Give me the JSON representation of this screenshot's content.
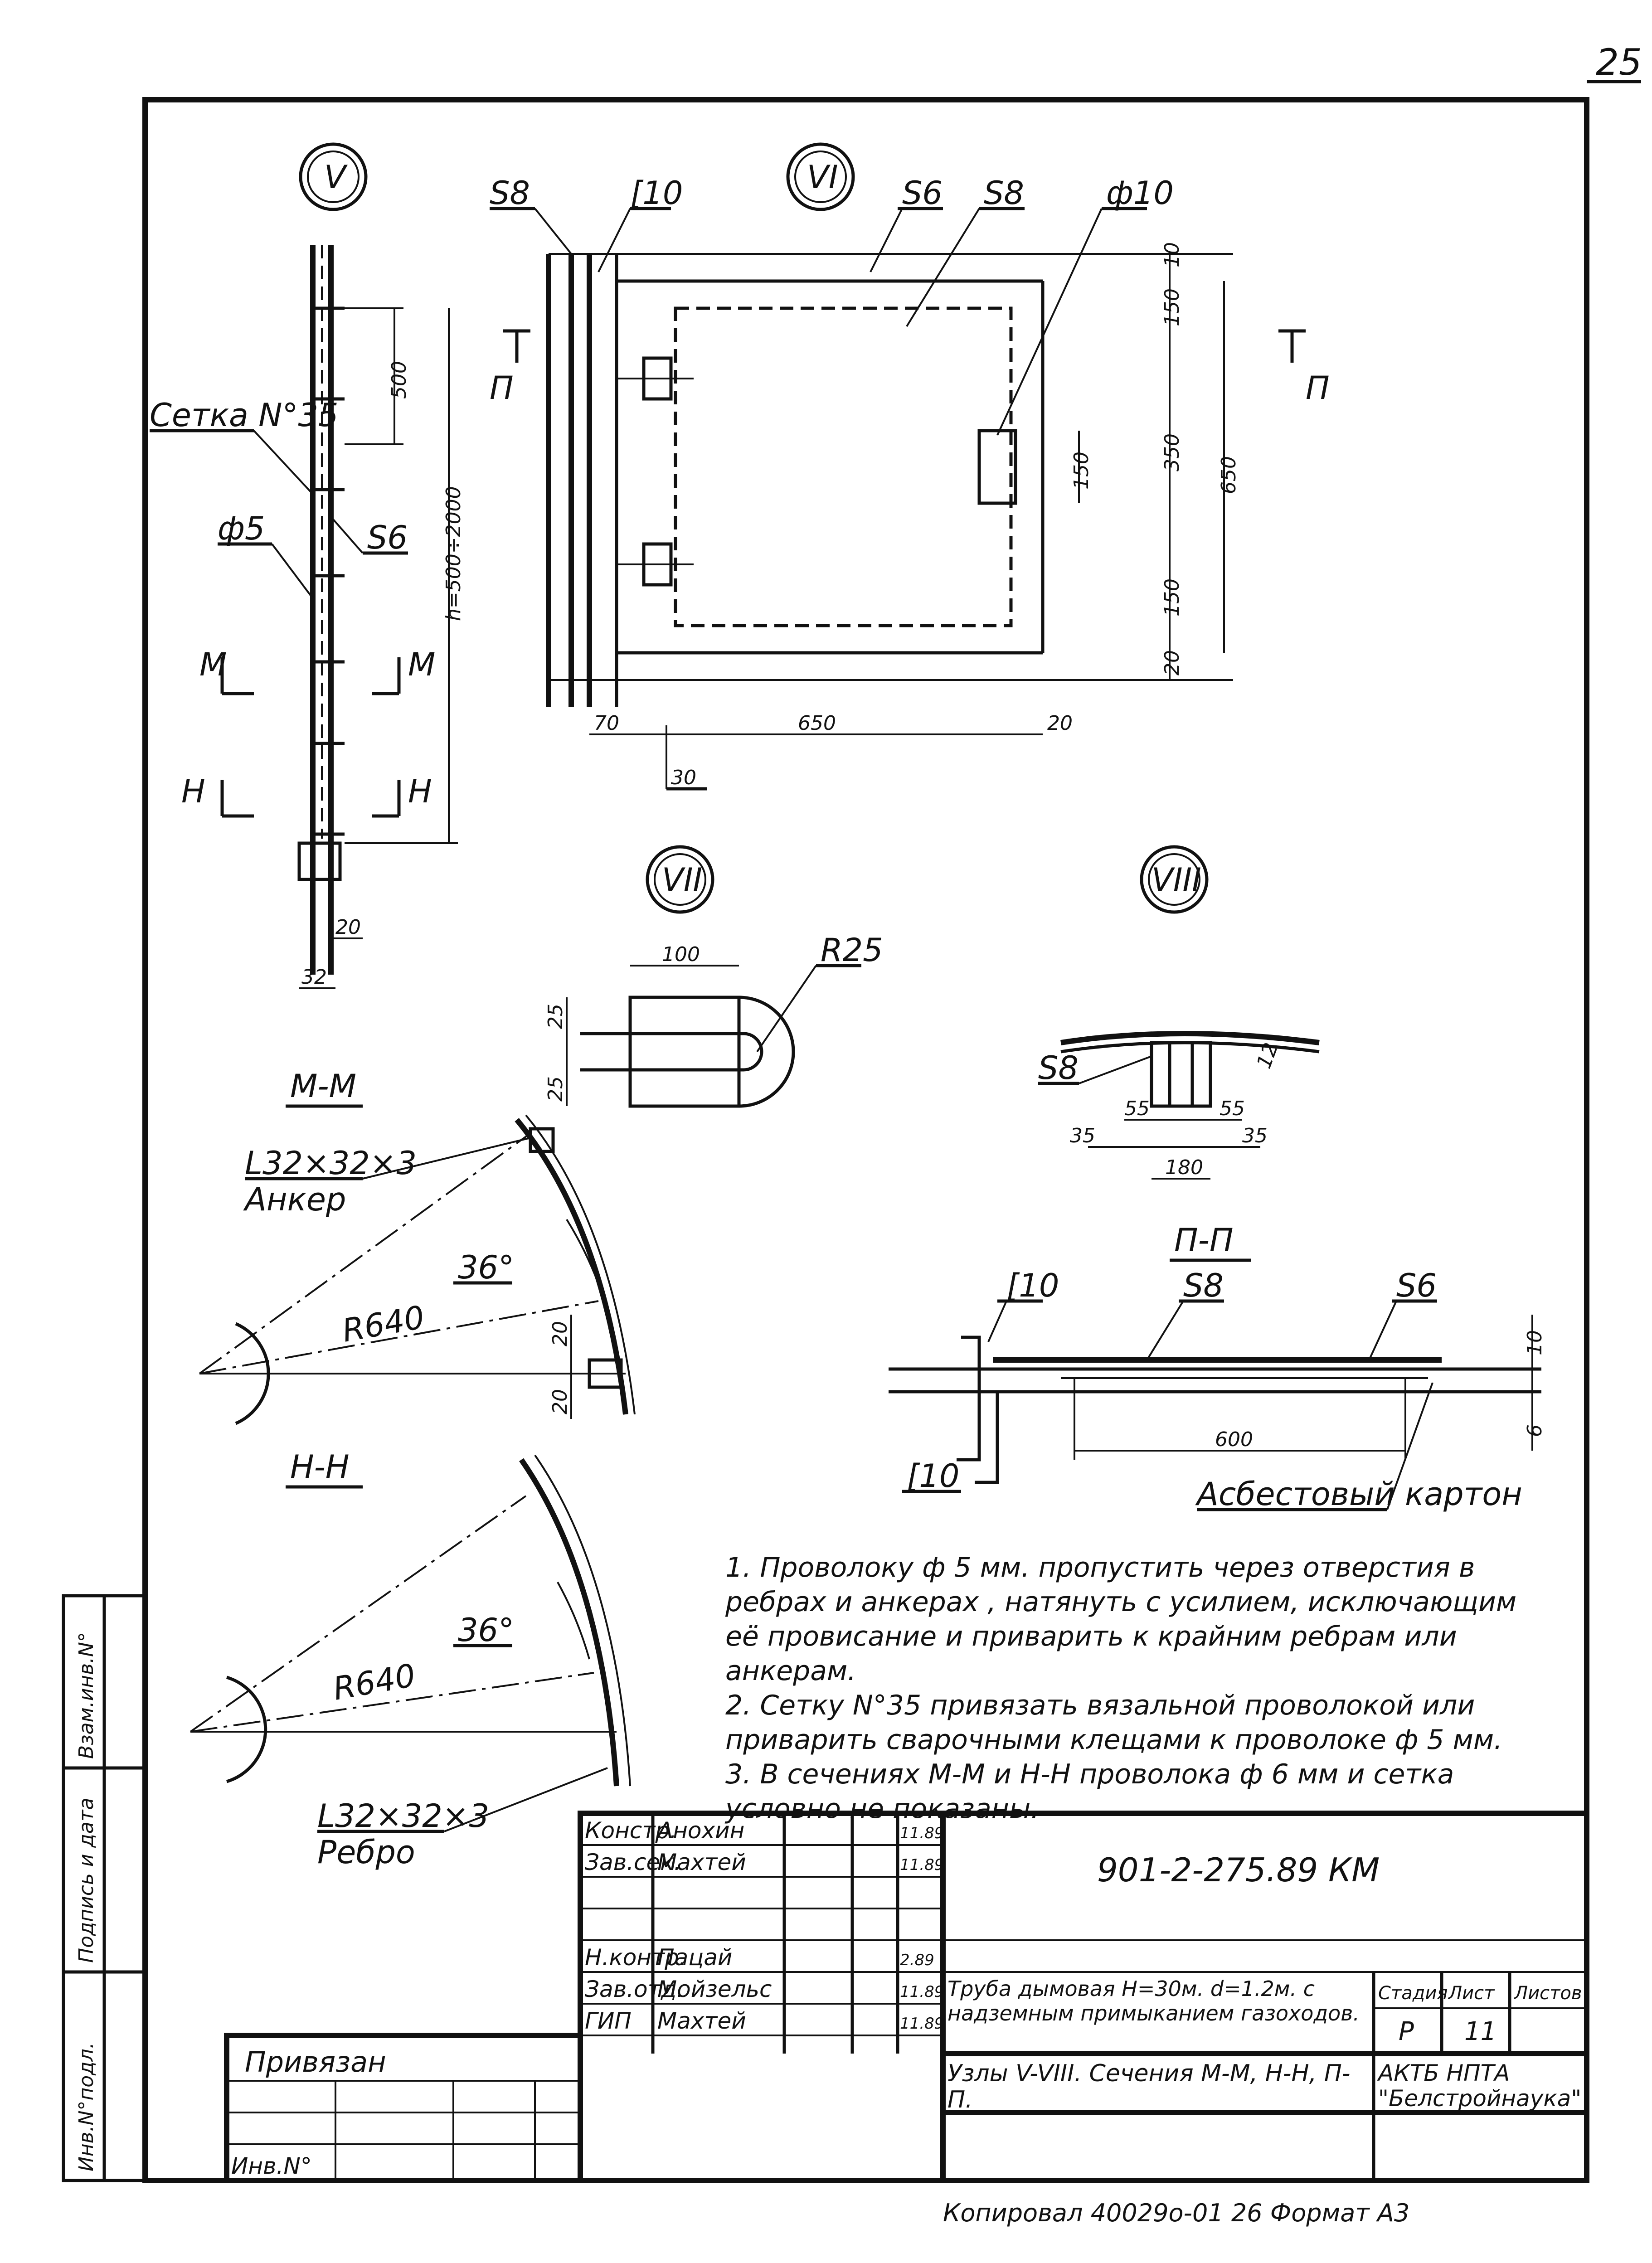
{
  "page_number": "25",
  "nodes": {
    "v": "V",
    "vi": "VI",
    "vii": "VII",
    "viii": "VIII"
  },
  "node_v": {
    "mesh": "Сетка N°35",
    "wire": "ф5",
    "sheet": "S6",
    "dim_500": "500",
    "dim_height": "h=500÷2000",
    "cut_m": "М",
    "cut_n": "Н",
    "dim_20": "20",
    "dim_32": "32"
  },
  "node_vi": {
    "s8": "S8",
    "c10": "[10",
    "s6": "S6",
    "s8b": "S8",
    "phi10": "ф10",
    "cut_p": "П",
    "d10": "10",
    "d150a": "150",
    "d350": "350",
    "d150b": "150",
    "d20": "20",
    "d650v": "650",
    "d150c": "150",
    "d70": "70",
    "d650h": "650",
    "d20h": "20",
    "d30": "30"
  },
  "node_vii": {
    "d100": "100",
    "r25": "R25",
    "d25a": "25",
    "d25b": "25"
  },
  "node_viii": {
    "s8": "S8",
    "d55a": "55",
    "d55b": "55",
    "d35a": "35",
    "d35b": "35",
    "d180": "180",
    "d12": "12"
  },
  "section_mm": {
    "title": "М-М",
    "angle_label": "L32×32×3",
    "angle_name": "Анкер",
    "angle": "36°",
    "radius": "R640",
    "d20a": "20",
    "d20b": "20"
  },
  "section_nn": {
    "title": "Н-Н",
    "angle": "36°",
    "radius": "R640",
    "angle_label": "L32×32×3",
    "angle_name": "Ребро"
  },
  "section_pp": {
    "title": "П-П",
    "c10a": "[10",
    "s8": "S8",
    "s6": "S6",
    "d10": "10",
    "d6": "6",
    "d600": "600",
    "c10b": "[10",
    "material": "Асбестовый картон"
  },
  "notes": [
    "1. Проволоку ф 5 мм. пропустить через отверстия в ребрах и анкерах , натянуть с усилием, исключающим её провисание и приварить к крайним ребрам или анкерам.",
    "2. Сетку N°35 привязать вязальной проволокой или приварить сварочными клещами к проволоке ф 5 мм.",
    "3. В сечениях М-М и Н-Н проволока ф 6 мм и сетка условно не показаны."
  ],
  "title_block": {
    "code": "901-2-275.89 КМ",
    "rows": [
      {
        "role": "Констр.",
        "name": "Анохин",
        "date": "11.89"
      },
      {
        "role": "Зав.сек.",
        "name": "Махтей",
        "date": "11.89"
      },
      {
        "role": "Н.контр.",
        "name": "Пацай",
        "date": "2.89"
      },
      {
        "role": "Зав.отд.",
        "name": "Мойзельс",
        "date": "11.89"
      },
      {
        "role": "ГИП",
        "name": "Махтей",
        "date": "11.89"
      }
    ],
    "bound": "Привязан",
    "inv": "Инв.N°",
    "object": "Труба дымовая Н=30м. d=1.2м. с надземным примыканием газоходов.",
    "sheet_title": "Узлы V-VIII. Сечения М-М, Н-Н, П-П.",
    "stage_label": "Стадия",
    "sheet_label": "Лист",
    "sheets_label": "Листов",
    "stage": "Р",
    "sheet": "11",
    "org": "АКТБ НПТА \"Белстройнаука\"",
    "side_labels": [
      "Инв.N°подл.",
      "Подпись и дата",
      "Взам.инв.N°"
    ],
    "footer": "Копировал 40029о-01 26 Формат А3"
  }
}
